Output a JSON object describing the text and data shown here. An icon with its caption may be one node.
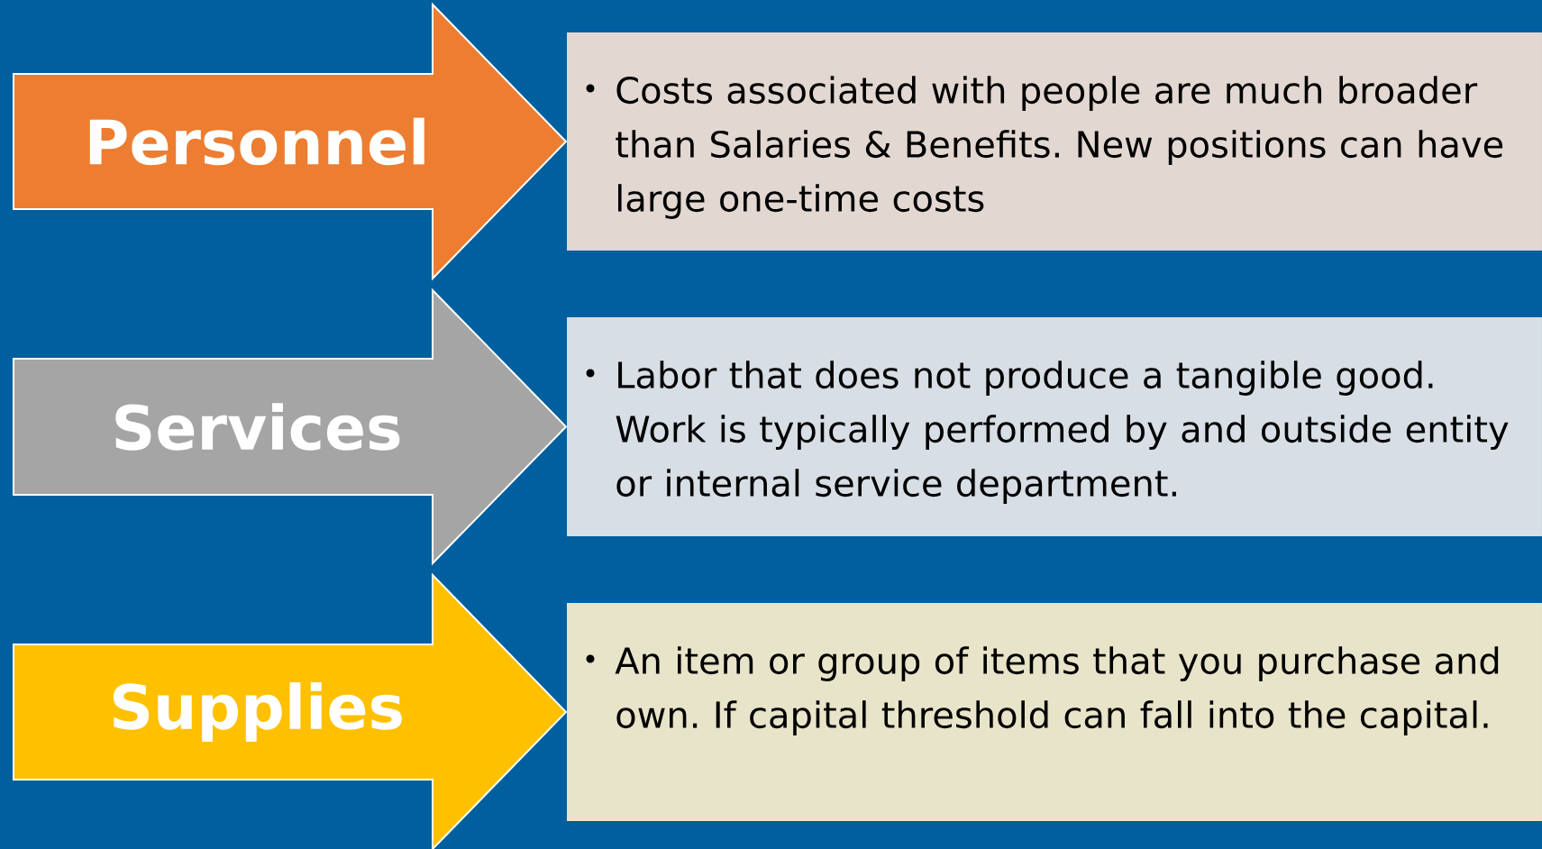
{
  "diagram": {
    "nodes": [
      {
        "text": [
          "Personnel"
        ]
      },
      {
        "text": [
          "Costs associated with people are much broader than Salaries & Benefits. New positions can have large one-time costs"
        ]
      },
      {
        "text": [
          "Services"
        ]
      },
      {
        "text": [
          "Labor that does not produce a tangible good. Work is typically performed by and outside entity or internal service department."
        ]
      },
      {
        "text": [
          "Supplies"
        ]
      },
      {
        "text": [
          "An item or group of items that you purchase and own. If capital threshold can fall into the capital."
        ]
      }
    ]
  }
}
